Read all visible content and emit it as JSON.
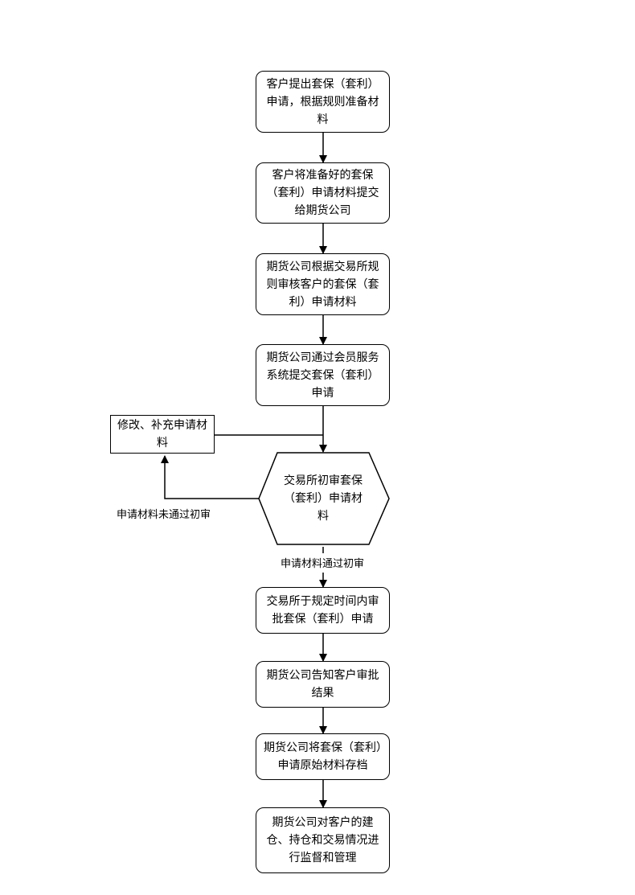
{
  "nodes": {
    "step1": "客户提出套保（套利）申请，根据规则准备材料",
    "step2": "客户将准备好的套保（套利）申请材料提交给期货公司",
    "step3": "期货公司根据交易所规则审核客户的套保（套利）申请材料",
    "step4": "期货公司通过会员服务系统提交套保（套利）申请",
    "revise": "修改、补充申请材料",
    "decision": "交易所初审套保（套利）申请材料",
    "step5": "交易所于规定时间内审批套保（套利）申请",
    "step6": "期货公司告知客户审批结果",
    "step7": "期货公司将套保（套利）申请原始材料存档",
    "step8": "期货公司对客户的建仓、持仓和交易情况进行监督和管理"
  },
  "edge_labels": {
    "rejected": "申请材料未通过初审",
    "passed": "申请材料通过初审"
  }
}
